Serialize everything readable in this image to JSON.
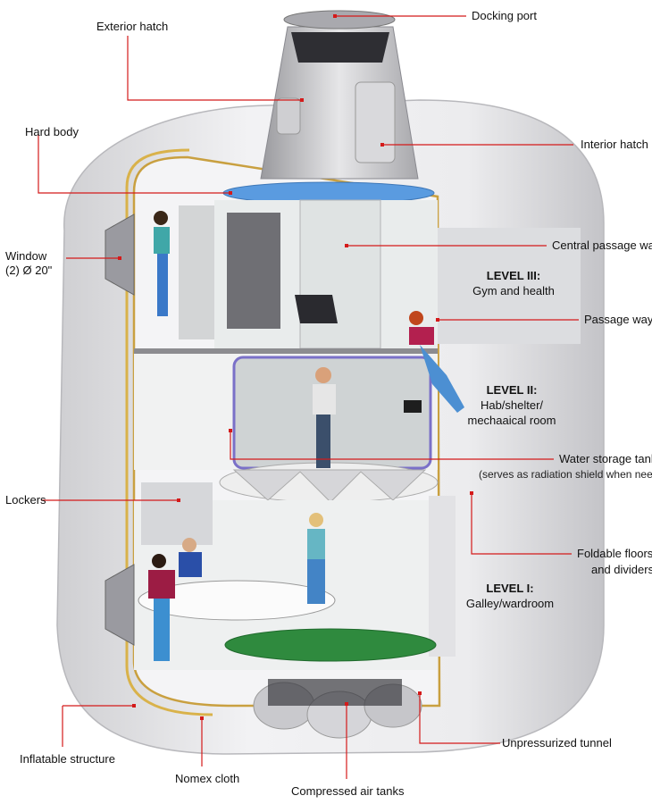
{
  "labels": {
    "docking_port": "Docking port",
    "exterior_hatch": "Exterior hatch",
    "hard_body": "Hard body",
    "interior_hatch": "Interior hatch",
    "window_line1": "Window",
    "window_line2": "(2) Ø 20\"",
    "central_passage": "Central passage way",
    "passage_way": "Passage way",
    "water_tank": "Water storage tank",
    "water_tank_note": "(serves as radiation shield when needed)",
    "lockers": "Lockers",
    "foldable_line1": "Foldable floors",
    "foldable_line2": "and dividers",
    "inflatable": "Inflatable structure",
    "nomex": "Nomex cloth",
    "air_tanks": "Compressed air tanks",
    "tunnel": "Unpressurized tunnel"
  },
  "levels": [
    {
      "title": "LEVEL III:",
      "desc": [
        "Gym and health"
      ]
    },
    {
      "title": "LEVEL II:",
      "desc": [
        "Hab/shelter/",
        "mechaaical room"
      ]
    },
    {
      "title": "LEVEL I:",
      "desc": [
        "Galley/wardroom"
      ]
    }
  ],
  "colors": {
    "leader_line": "#d41a1a",
    "shell": "#e8e8ea",
    "blue_ring": "#5a9be0",
    "green_ring": "#2f8a3e",
    "hatch_metal": "#c8c8c8"
  }
}
